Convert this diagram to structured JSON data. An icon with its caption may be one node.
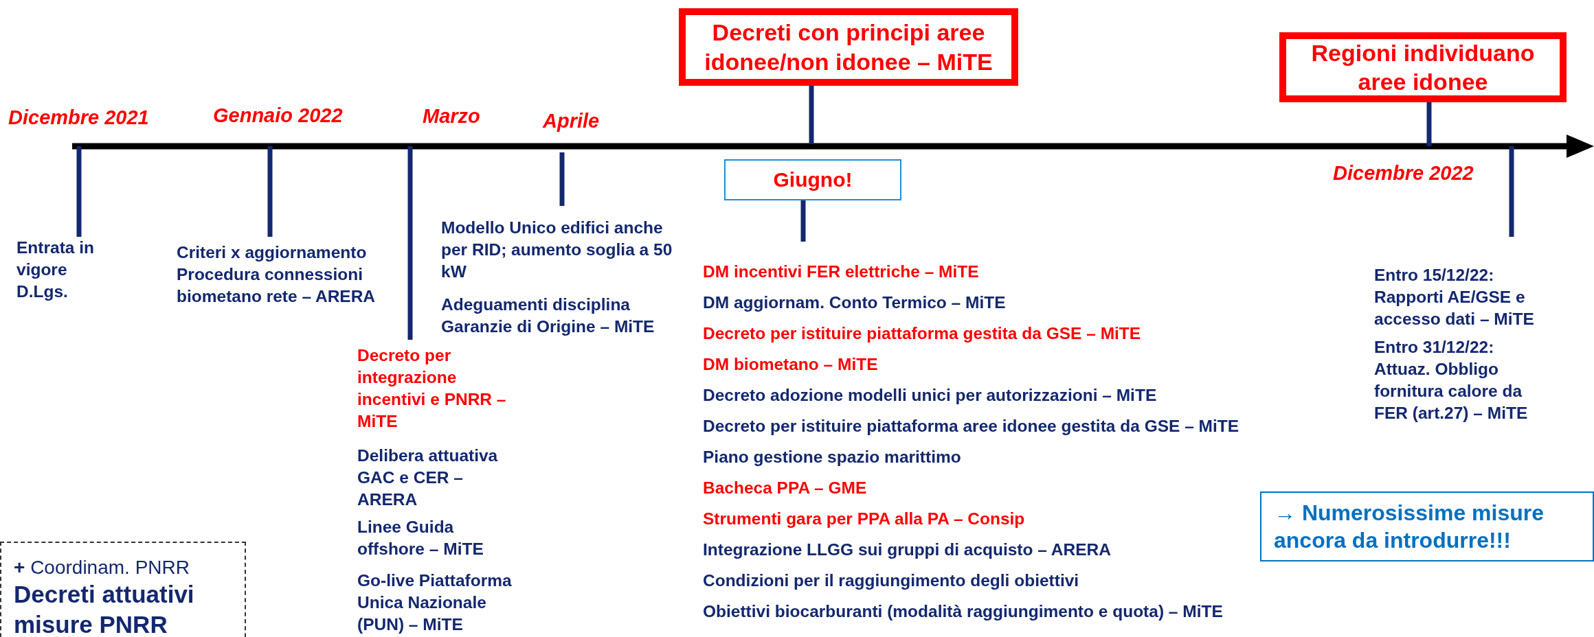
{
  "diagram": {
    "nodes": [
      {
        "text": [
          "Decreti con principi aree idonee/non idonee – MiTE"
        ]
      },
      {
        "text": [
          "Regioni individuano aree idonee"
        ]
      },
      {
        "text": [
          "Giugno!"
        ]
      },
      {
        "text": [
          "→ Numerosissime misure ancora da introdurre!!!"
        ]
      },
      {
        "text": [
          "**+** Coordinam. PNRR",
          "Decreti attuativi misure PNRR"
        ]
      }
    ],
    "edges": [],
    "labels": [
      "Dicembre 2021",
      "Gennaio 2022",
      "Marzo",
      "Aprile",
      "Dicembre 2022",
      "Entrata in vigore D.Lgs.",
      "Criteri x aggiornamento Procedura connessioni biometano rete – ARERA",
      "Modello Unico edifici anche per RID; aumento soglia a 50 kW",
      "Adeguamenti disciplina Garanzie di Origine – MiTE",
      "Decreto per integrazione incentivi e PNRR – MiTE",
      "Delibera attuativa GAC e CER – ARERA",
      "Linee Guida offshore – MiTE",
      "Go-live Piattaforma Unica Nazionale (PUN) – MiTE",
      "DM incentivi FER elettriche – MiTE",
      "DM aggiornam. Conto Termico – MiTE",
      "Decreto per istituire piattaforma gestita da GSE – MiTE",
      "DM biometano – MiTE",
      "Decreto adozione modelli unici per autorizzazioni – MiTE",
      "Decreto per istituire piattaforma aree idonee gestita da GSE – MiTE",
      "Piano gestione spazio marittimo",
      "Bacheca PPA – GME",
      "Strumenti gara per PPA alla PA – Consip",
      "Integrazione LLGG sui gruppi di acquisto – ARERA",
      "Condizioni per il raggiungimento degli obiettivi",
      "Obiettivi biocarburanti (modalità raggiungimento e quota) – MiTE",
      "Entro 15/12/22: Rapporti AE/GSE e accesso dati – MiTE",
      "Entro 31/12/22: Attuaz. Obbligo fornitura calore da FER (art.27) – MiTE"
    ]
  }
}
